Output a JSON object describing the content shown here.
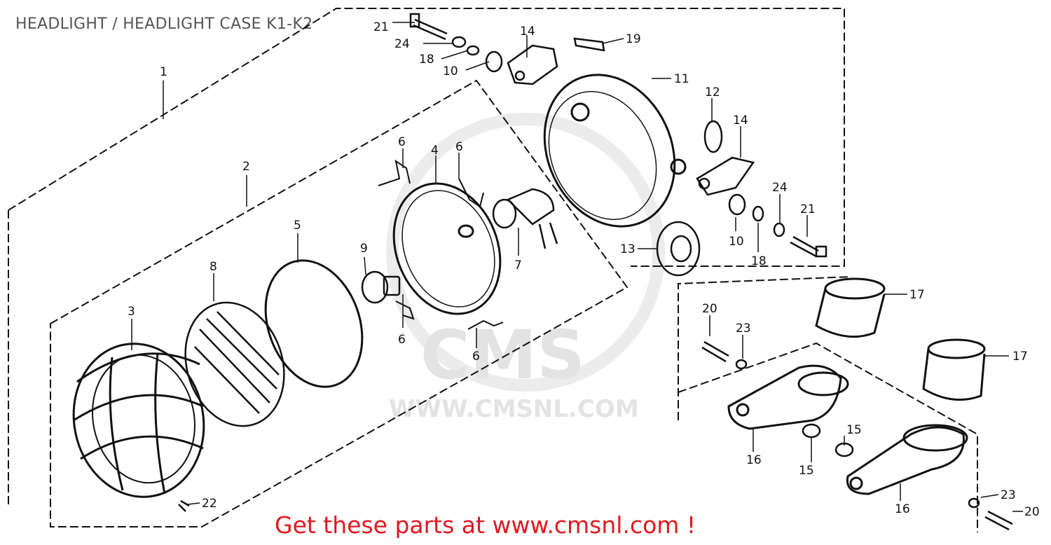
{
  "diagram": {
    "title": "HEADLIGHT / HEADLIGHT CASE K1-K2",
    "footer": "Get these parts at www.cmsnl.com !",
    "watermark": {
      "brand": "CMS",
      "url": "WWW.CMSNL.COM"
    },
    "callouts": {
      "c1": "1",
      "c2": "2",
      "c3": "3",
      "c4": "4",
      "c5": "5",
      "c6a": "6",
      "c6b": "6",
      "c6c": "6",
      "c6d": "6",
      "c7": "7",
      "c8": "8",
      "c9": "9",
      "c10a": "10",
      "c10b": "10",
      "c11": "11",
      "c12": "12",
      "c13": "13",
      "c14a": "14",
      "c14b": "14",
      "c15a": "15",
      "c15b": "15",
      "c16a": "16",
      "c16b": "16",
      "c17a": "17",
      "c17b": "17",
      "c18a": "18",
      "c18b": "18",
      "c19": "19",
      "c20a": "20",
      "c20b": "20",
      "c21a": "21",
      "c21b": "21",
      "c22": "22",
      "c23a": "23",
      "c23b": "23",
      "c24a": "24",
      "c24b": "24"
    }
  }
}
